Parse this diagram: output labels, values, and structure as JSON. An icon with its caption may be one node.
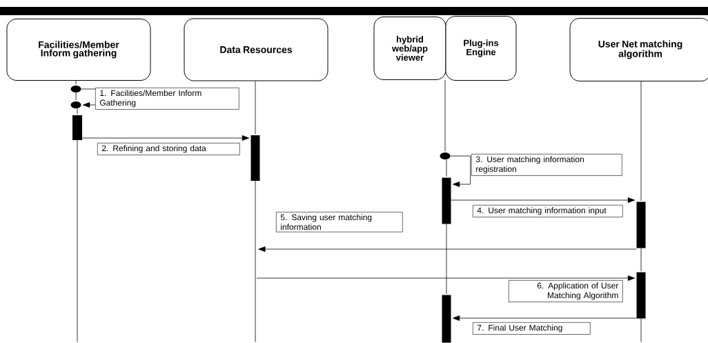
{
  "diagram": {
    "nodes": [
      {
        "text": [
          "Facilities/Member Inform gathering"
        ]
      },
      {
        "text": [
          "Data Resources"
        ]
      },
      {
        "text": [
          "hybrid web/app viewer"
        ]
      },
      {
        "text": [
          "Plug-ins Engine"
        ]
      },
      {
        "text": [
          "User Net matching algorithm"
        ]
      },
      {
        "text": [],
        "shape": "circle"
      },
      {
        "text": [],
        "shape": "circle"
      },
      {
        "text": [],
        "shape": "bar"
      },
      {
        "text": [],
        "shape": "bar"
      },
      {
        "text": [],
        "shape": "circle"
      },
      {
        "text": [],
        "shape": "bar"
      },
      {
        "text": [],
        "shape": "bar"
      },
      {
        "text": [],
        "shape": "bar"
      },
      {
        "text": [],
        "shape": "bar"
      }
    ],
    "edges": [
      {
        "from": 5,
        "to": 6,
        "arrow": "to",
        "label": "1. Facilities/Member Inform Gathering"
      },
      {
        "from": 7,
        "to": 8,
        "arrow": "to",
        "label": "2. Refining and storing data"
      },
      {
        "from": 9,
        "to": 10,
        "arrow": "to",
        "label": "3. User matching information registration"
      },
      {
        "from": 10,
        "to": 11,
        "arrow": "to",
        "label": "4. User matching information input"
      },
      {
        "from": 11,
        "to": null,
        "arrow": "to",
        "label": "5. Saving user matching information"
      },
      {
        "from": null,
        "to": 12,
        "arrow": "to",
        "label": "6. Application of User Matching Algorithm"
      },
      {
        "from": 12,
        "to": 13,
        "arrow": "to",
        "label": "7. Final User Matching"
      },
      {
        "from": 0,
        "to": 5,
        "arrow": "none"
      },
      {
        "from": 5,
        "to": 6,
        "arrow": "none"
      },
      {
        "from": 6,
        "to": 7,
        "arrow": "none"
      },
      {
        "from": 7,
        "to": null,
        "arrow": "none"
      },
      {
        "from": 1,
        "to": 8,
        "arrow": "none"
      },
      {
        "from": 8,
        "to": null,
        "arrow": "none"
      },
      {
        "from": 2,
        "to": 9,
        "arrow": "none"
      },
      {
        "from": 9,
        "to": 10,
        "arrow": "none"
      },
      {
        "from": 10,
        "to": 13,
        "arrow": "none"
      },
      {
        "from": 4,
        "to": 11,
        "arrow": "none"
      },
      {
        "from": 11,
        "to": 12,
        "arrow": "none"
      },
      {
        "from": 12,
        "to": null,
        "arrow": "none"
      }
    ]
  }
}
